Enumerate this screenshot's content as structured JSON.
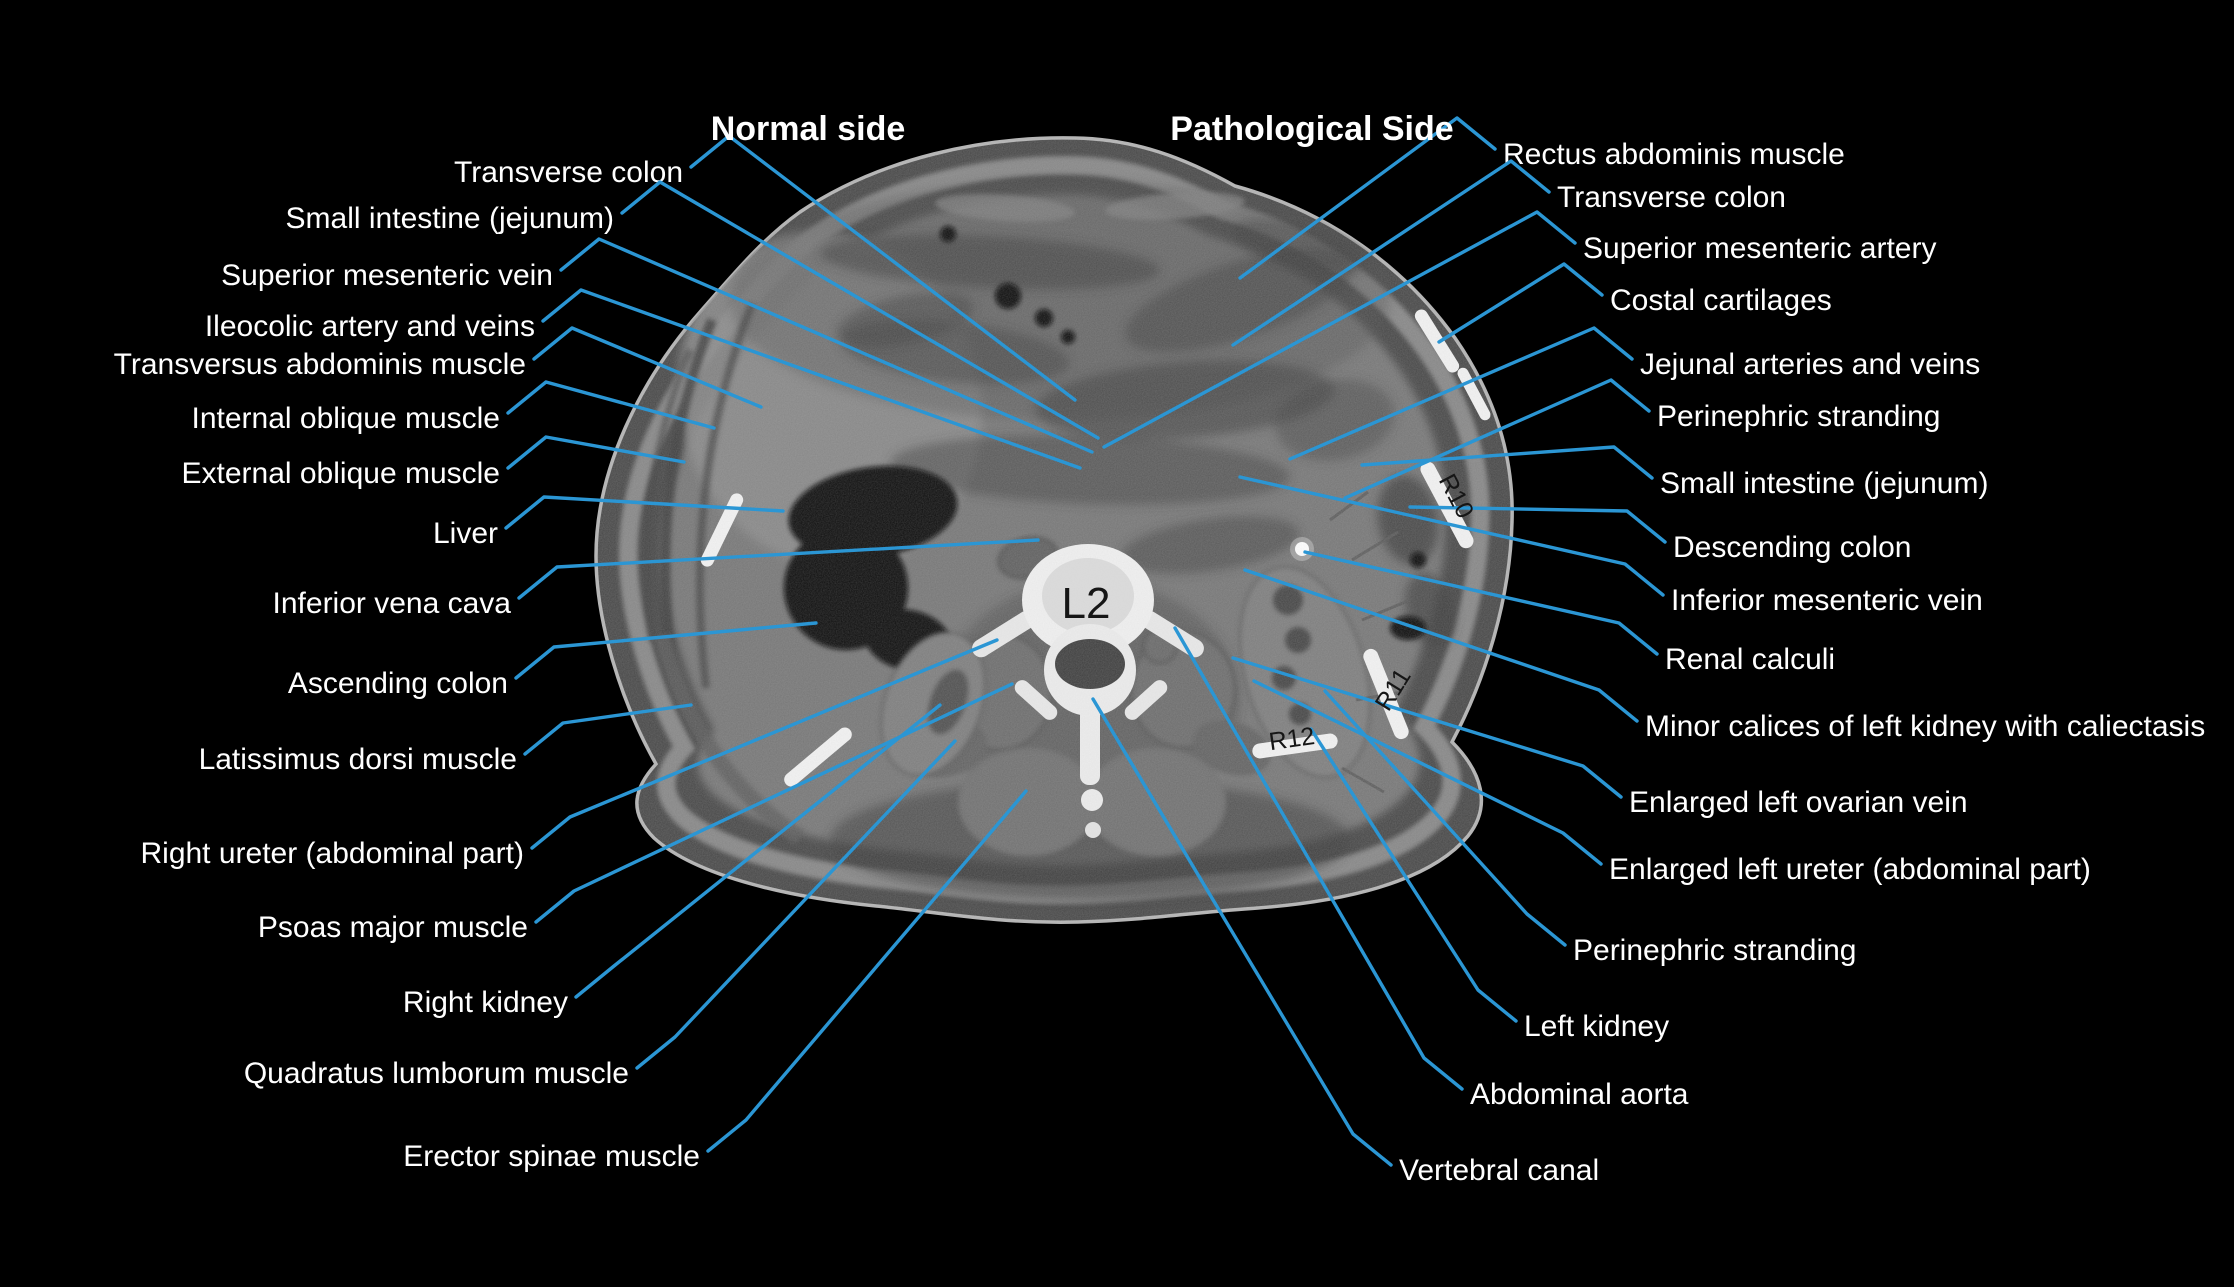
{
  "figure": {
    "title": "Annotated axial abdominal CT at L2 level",
    "header_left": "Normal side",
    "header_right": "Pathological Side"
  },
  "colors": {
    "background": "#000000",
    "leader_line": "#2b96d4",
    "label_text": "#ffffff",
    "marker_text": "#161616"
  },
  "ct_markers": [
    {
      "id": "vertebra-l2",
      "text": "L2"
    },
    {
      "id": "rib-r10",
      "text": "R10"
    },
    {
      "id": "rib-r11",
      "text": "R11"
    },
    {
      "id": "rib-r12",
      "text": "R12"
    }
  ],
  "labels_left": [
    {
      "text": "Transverse colon"
    },
    {
      "text": "Small intestine (jejunum)"
    },
    {
      "text": "Superior mesenteric vein"
    },
    {
      "text": "Ileocolic artery and veins"
    },
    {
      "text": "Transversus abdominis muscle"
    },
    {
      "text": "Internal oblique muscle"
    },
    {
      "text": "External oblique muscle"
    },
    {
      "text": "Liver"
    },
    {
      "text": "Inferior vena cava"
    },
    {
      "text": "Ascending colon"
    },
    {
      "text": "Latissimus dorsi muscle"
    },
    {
      "text": "Right ureter (abdominal part)"
    },
    {
      "text": "Psoas major muscle"
    },
    {
      "text": "Right kidney"
    },
    {
      "text": "Quadratus lumborum muscle"
    },
    {
      "text": "Erector spinae muscle"
    }
  ],
  "labels_right": [
    {
      "text": "Rectus abdominis muscle"
    },
    {
      "text": "Transverse colon"
    },
    {
      "text": "Superior mesenteric artery"
    },
    {
      "text": "Costal cartilages"
    },
    {
      "text": "Jejunal arteries and veins"
    },
    {
      "text": "Perinephric stranding"
    },
    {
      "text": "Small intestine (jejunum)"
    },
    {
      "text": "Descending colon"
    },
    {
      "text": "Inferior mesenteric vein"
    },
    {
      "text": "Renal calculi"
    },
    {
      "text": "Minor calices of left kidney with caliectasis"
    },
    {
      "text": "Enlarged left ovarian vein"
    },
    {
      "text": "Enlarged left ureter (abdominal part)"
    },
    {
      "text": "Perinephric stranding"
    },
    {
      "text": "Left kidney"
    },
    {
      "text": "Abdominal aorta"
    },
    {
      "text": "Vertebral canal"
    }
  ]
}
